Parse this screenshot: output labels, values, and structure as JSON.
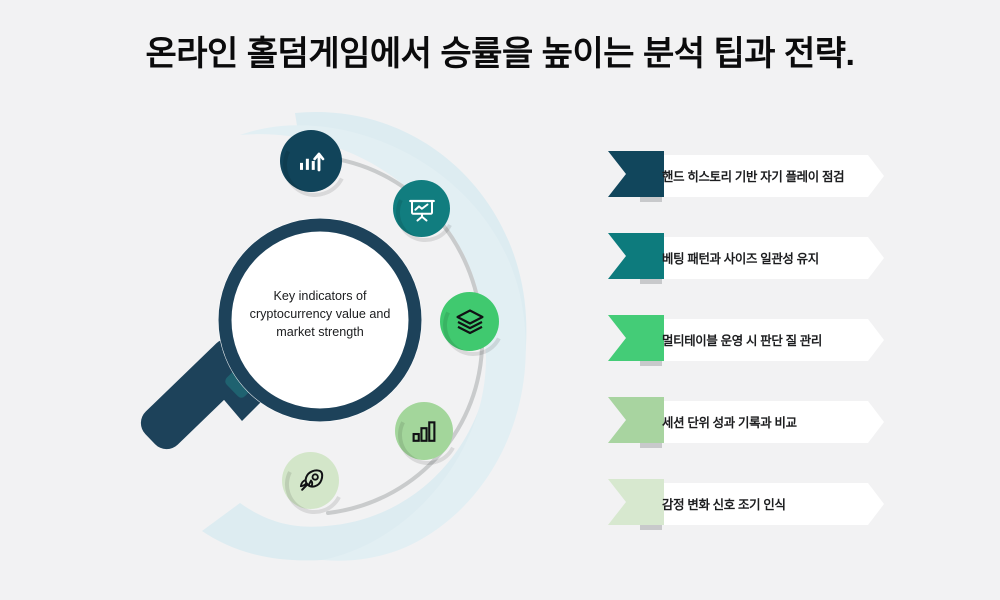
{
  "page": {
    "title": "온라인 홀덤게임에서 승률을 높이는 분석 팁과 전략.",
    "background_color": "#f2f2f3"
  },
  "visual": {
    "lens_caption": "Key indicators of cryptocurrency value and market strength",
    "magnifier_color": "#1d425a",
    "lens_fill": "#ffffff",
    "blob_color": "#ddecf1",
    "arc_color": "#c9cbcc",
    "nodes": [
      {
        "icon": "growth-chart-icon",
        "color": "#11445a",
        "glyph_color": "#ffffff"
      },
      {
        "icon": "presentation-board-icon",
        "color": "#117d7f",
        "glyph_color": "#ffffff"
      },
      {
        "icon": "layers-stack-icon",
        "color": "#40c96f",
        "glyph_color": "#101114"
      },
      {
        "icon": "bar-chart-icon",
        "color": "#a3d69b",
        "glyph_color": "#101114"
      },
      {
        "icon": "rocket-icon",
        "color": "#d3e6c9",
        "glyph_color": "#101114"
      }
    ]
  },
  "list": {
    "items": [
      {
        "label": "핸드 히스토리 기반 자기 플레이 점검",
        "color": "#11465c"
      },
      {
        "label": "베팅 패턴과 사이즈 일관성 유지",
        "color": "#0d7b7d"
      },
      {
        "label": "멀티테이블 운영 시 판단 질 관리",
        "color": "#44cc77"
      },
      {
        "label": "세션 단위 성과 기록과 비교",
        "color": "#a8d4a0"
      },
      {
        "label": "감정 변화 신호 조기 인식",
        "color": "#d7e8cf"
      }
    ],
    "panel_color": "#ffffff"
  }
}
